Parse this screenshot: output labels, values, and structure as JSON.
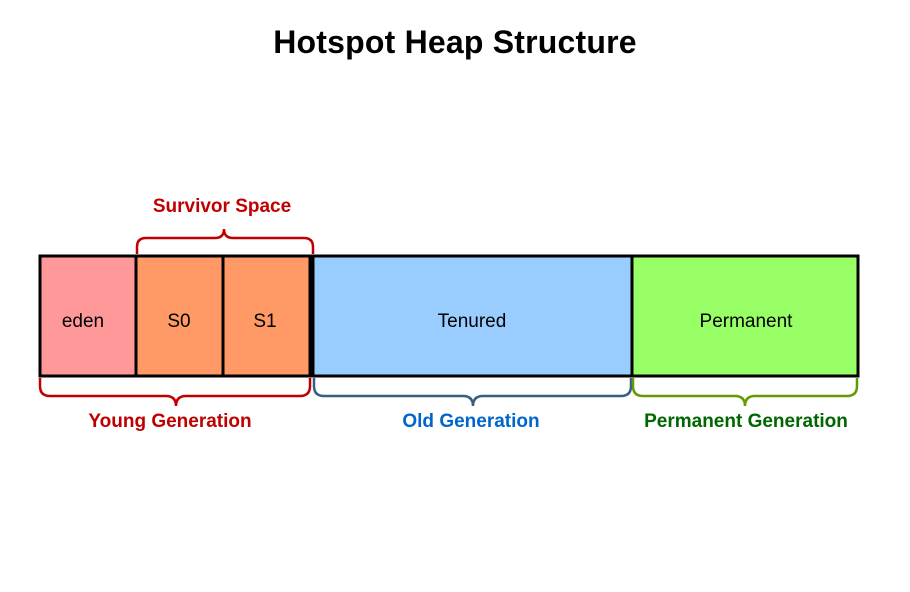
{
  "title": "Hotspot Heap Structure",
  "segments": [
    {
      "id": "eden",
      "label": "eden",
      "color": "#ff9999"
    },
    {
      "id": "s0",
      "label": "S0",
      "color": "#ff9966"
    },
    {
      "id": "s1",
      "label": "S1",
      "color": "#ff9966"
    },
    {
      "id": "tenured",
      "label": "Tenured",
      "color": "#99ccff"
    },
    {
      "id": "permanent",
      "label": "Permanent",
      "color": "#99ff66"
    }
  ],
  "brackets": {
    "survivor_space": {
      "label": "Survivor Space",
      "color": "#c00000"
    },
    "young_generation": {
      "label": "Young Generation",
      "color": "#c00000"
    },
    "old_generation": {
      "label": "Old Generation",
      "color": "#0066cc",
      "bracket_color": "#365f7f"
    },
    "permanent_generation": {
      "label": "Permanent Generation",
      "color": "#006600",
      "bracket_color": "#669900"
    }
  }
}
